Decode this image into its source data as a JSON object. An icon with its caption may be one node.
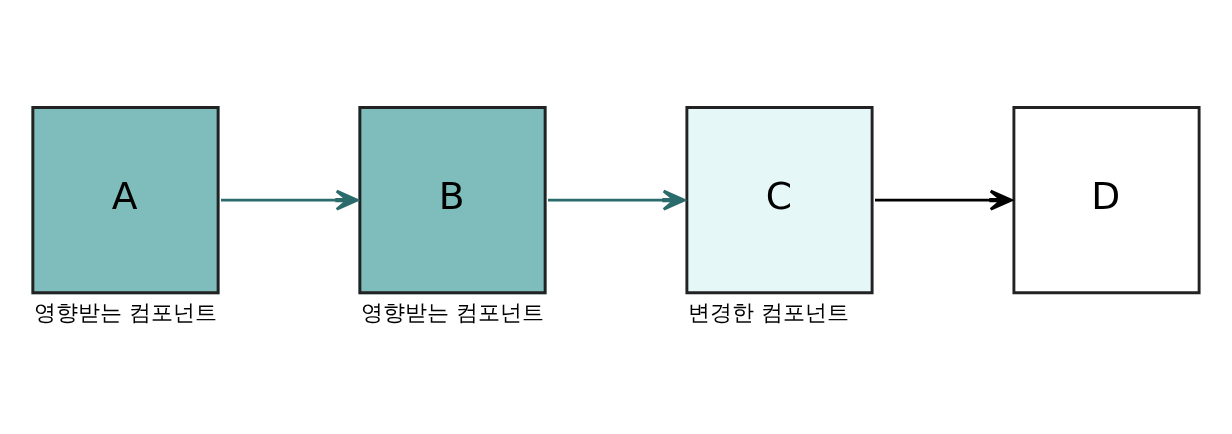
{
  "diagram": {
    "nodes": [
      {
        "text": [
          "A"
        ],
        "beside": [
          "영향받는 컴포넌트"
        ]
      },
      {
        "text": [
          "B"
        ],
        "beside": [
          "영향받는 컴포넌트"
        ]
      },
      {
        "text": [
          "C"
        ],
        "beside": [
          "변경한 컴포넌트"
        ]
      },
      {
        "text": [
          "D"
        ]
      }
    ],
    "edges": [
      {
        "from": 0,
        "to": 1,
        "arrow": "to"
      },
      {
        "from": 1,
        "to": 2,
        "arrow": "to"
      },
      {
        "from": 2,
        "to": 3,
        "arrow": "to",
        "color": "#000000"
      }
    ]
  }
}
